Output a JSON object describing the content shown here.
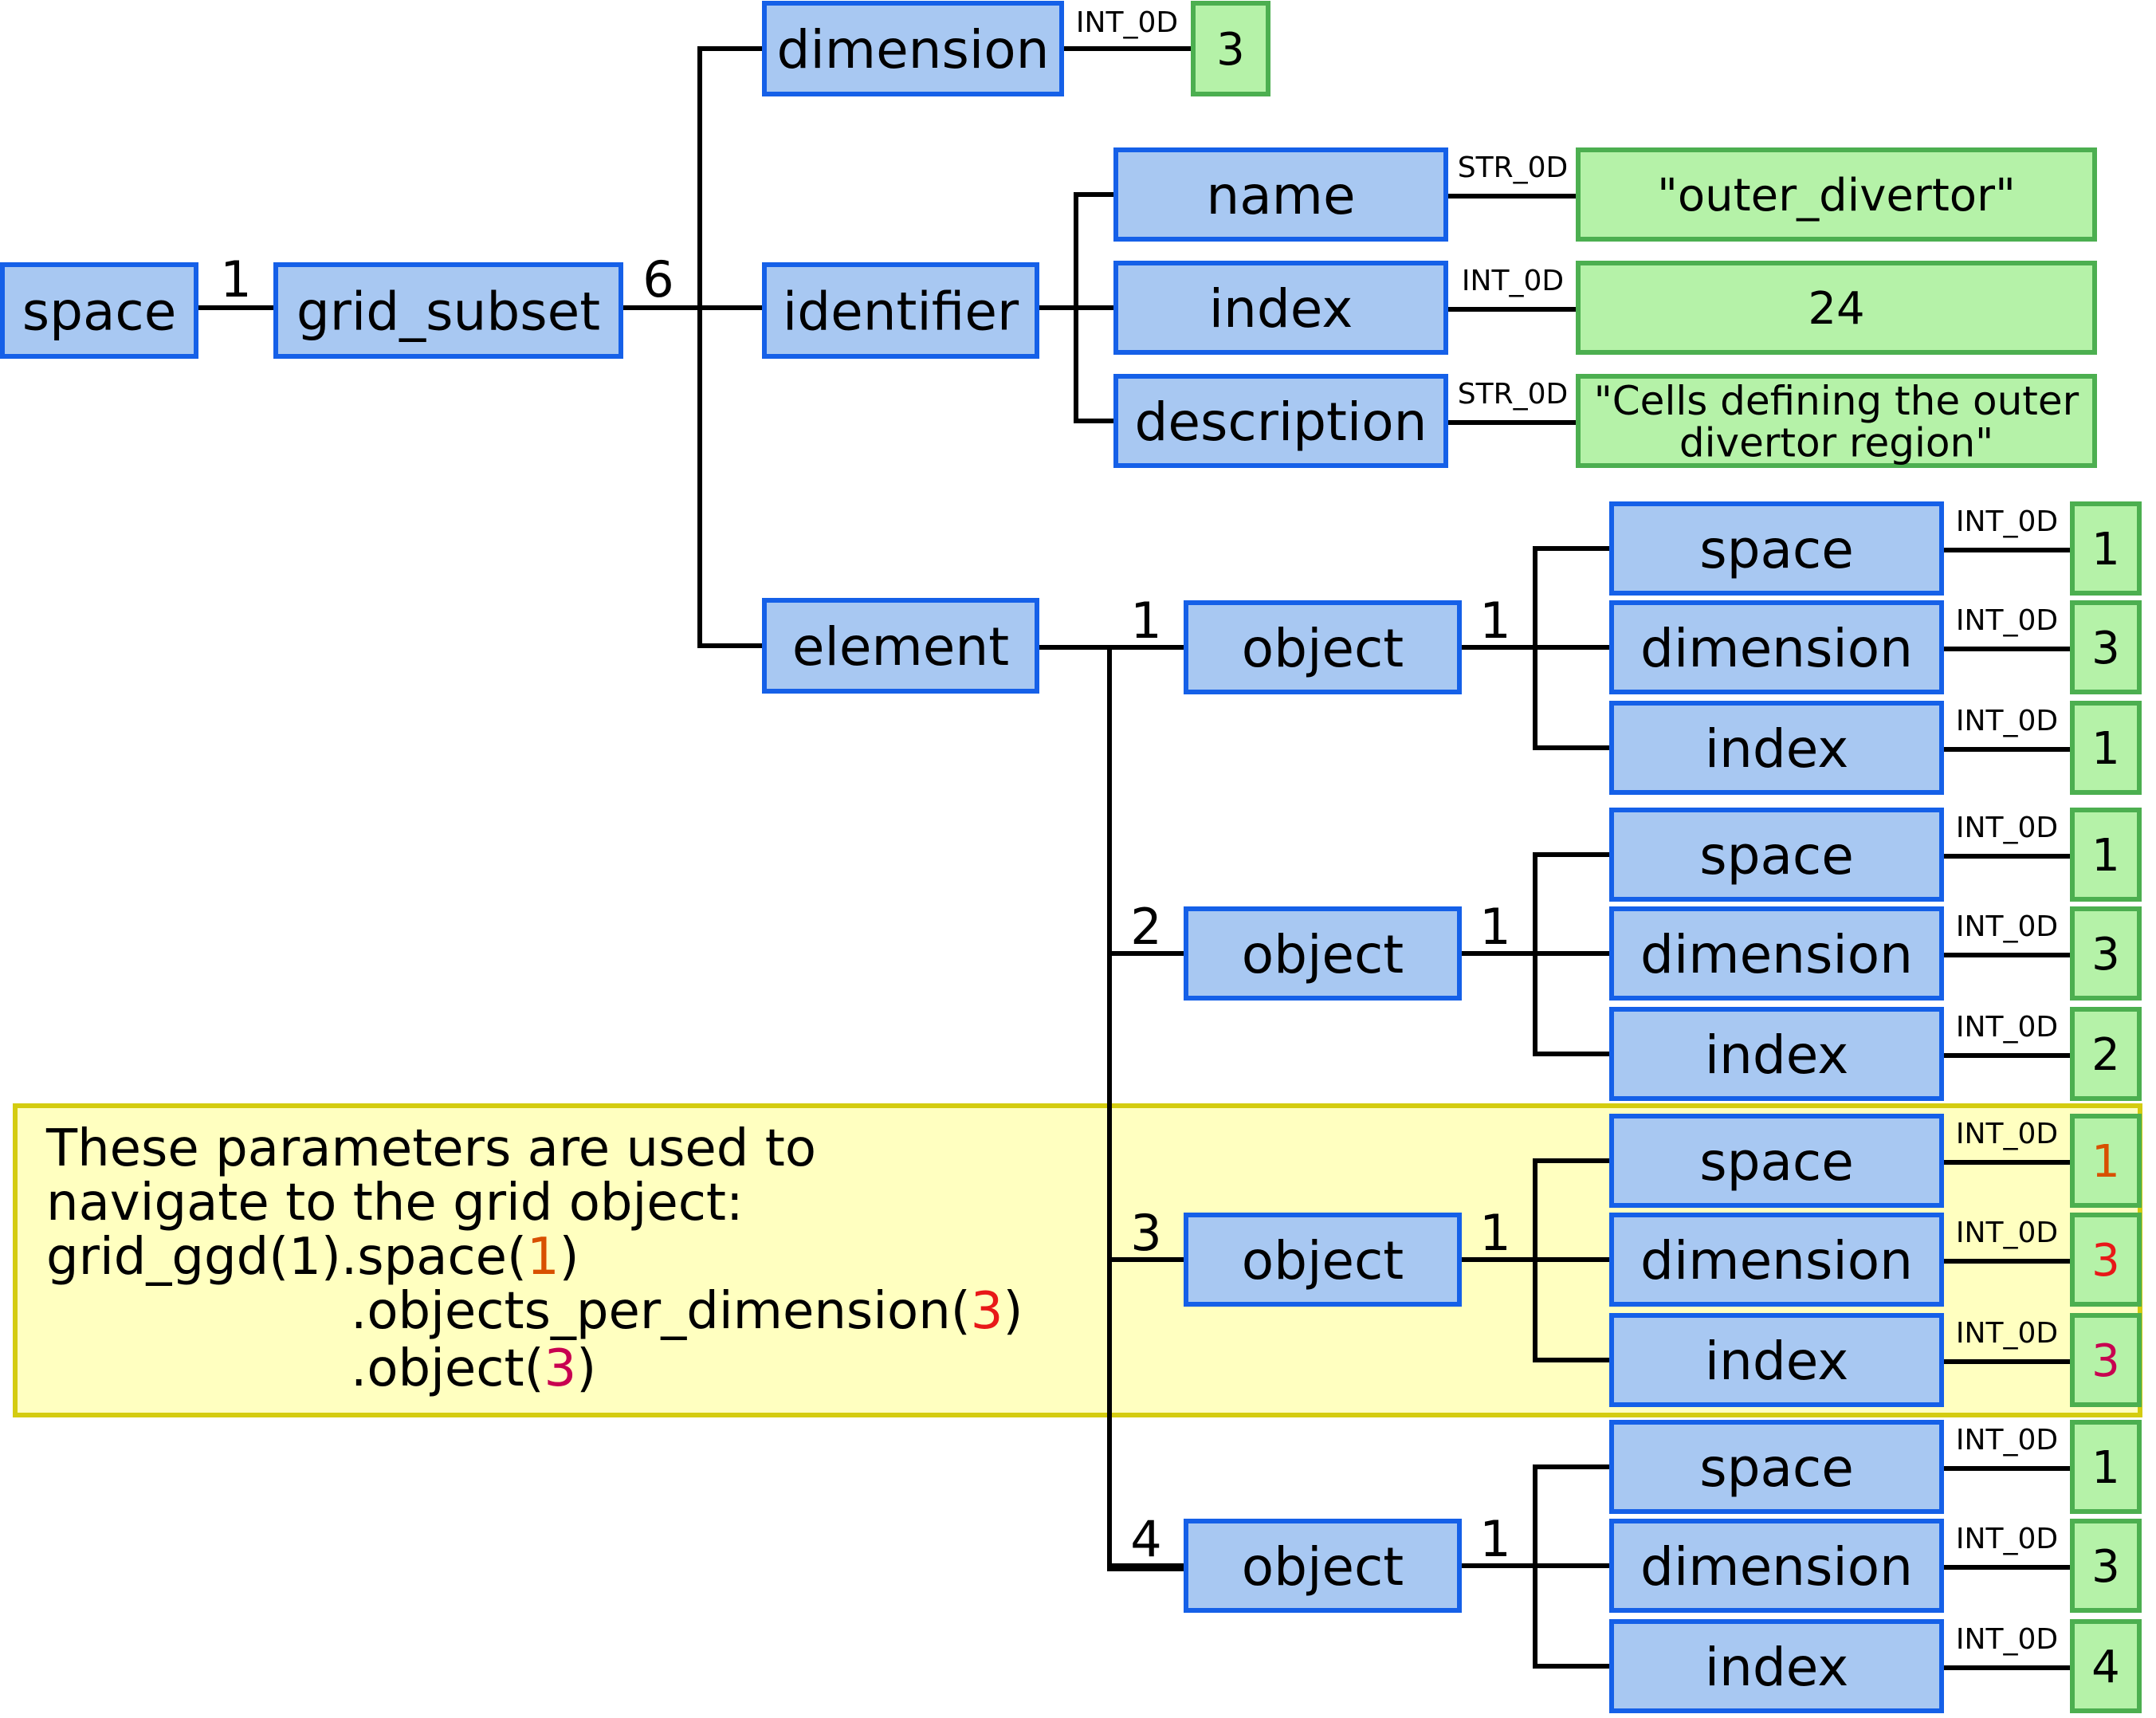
{
  "colors": {
    "node_fill": "#a8c8f2",
    "node_border": "#1560e8",
    "leaf_fill": "#b5f2a8",
    "leaf_border": "#4caf50",
    "note_fill": "#ffffc0",
    "note_border": "#d4cc10",
    "line": "#000000",
    "orange_value": "#d85000",
    "red_value": "#e81818",
    "magenta_value": "#c80050"
  },
  "tree": {
    "root": "space",
    "root_multiplicity": "1",
    "grid_subset": "grid_subset",
    "grid_subset_multiplicity": "6",
    "dimension": {
      "label": "dimension",
      "type": "INT_0D",
      "value": "3"
    },
    "identifier": {
      "label": "identifier",
      "fields": [
        {
          "label": "name",
          "type": "STR_0D",
          "value": "\"outer_divertor\""
        },
        {
          "label": "index",
          "type": "INT_0D",
          "value": "24"
        },
        {
          "label": "description",
          "type": "STR_0D",
          "value_lines": [
            "\"Cells defining the outer",
            "divertor region\""
          ]
        }
      ]
    },
    "element": {
      "label": "element",
      "objects": [
        {
          "index_label": "1",
          "label": "object",
          "multiplicity": "1",
          "fields": [
            {
              "label": "space",
              "type": "INT_0D",
              "value": "1"
            },
            {
              "label": "dimension",
              "type": "INT_0D",
              "value": "3"
            },
            {
              "label": "index",
              "type": "INT_0D",
              "value": "1"
            }
          ]
        },
        {
          "index_label": "2",
          "label": "object",
          "multiplicity": "1",
          "fields": [
            {
              "label": "space",
              "type": "INT_0D",
              "value": "1"
            },
            {
              "label": "dimension",
              "type": "INT_0D",
              "value": "3"
            },
            {
              "label": "index",
              "type": "INT_0D",
              "value": "2"
            }
          ]
        },
        {
          "index_label": "3",
          "label": "object",
          "multiplicity": "1",
          "fields": [
            {
              "label": "space",
              "type": "INT_0D",
              "value": "1",
              "value_color": "orange_value"
            },
            {
              "label": "dimension",
              "type": "INT_0D",
              "value": "3",
              "value_color": "red_value"
            },
            {
              "label": "index",
              "type": "INT_0D",
              "value": "3",
              "value_color": "magenta_value"
            }
          ]
        },
        {
          "index_label": "4",
          "label": "object",
          "multiplicity": "1",
          "fields": [
            {
              "label": "space",
              "type": "INT_0D",
              "value": "1"
            },
            {
              "label": "dimension",
              "type": "INT_0D",
              "value": "3"
            },
            {
              "label": "index",
              "type": "INT_0D",
              "value": "4"
            }
          ]
        }
      ]
    }
  },
  "note": {
    "line1": "These parameters are used to",
    "line2": "navigate to the grid object:",
    "line3_prefix": "grid_ggd(1).space(",
    "line3_value": "1",
    "line3_suffix": ")",
    "line4_prefix": ".objects_per_dimension(",
    "line4_value": "3",
    "line4_suffix": ")",
    "line5_prefix": ".object(",
    "line5_value": "3",
    "line5_suffix": ")"
  }
}
